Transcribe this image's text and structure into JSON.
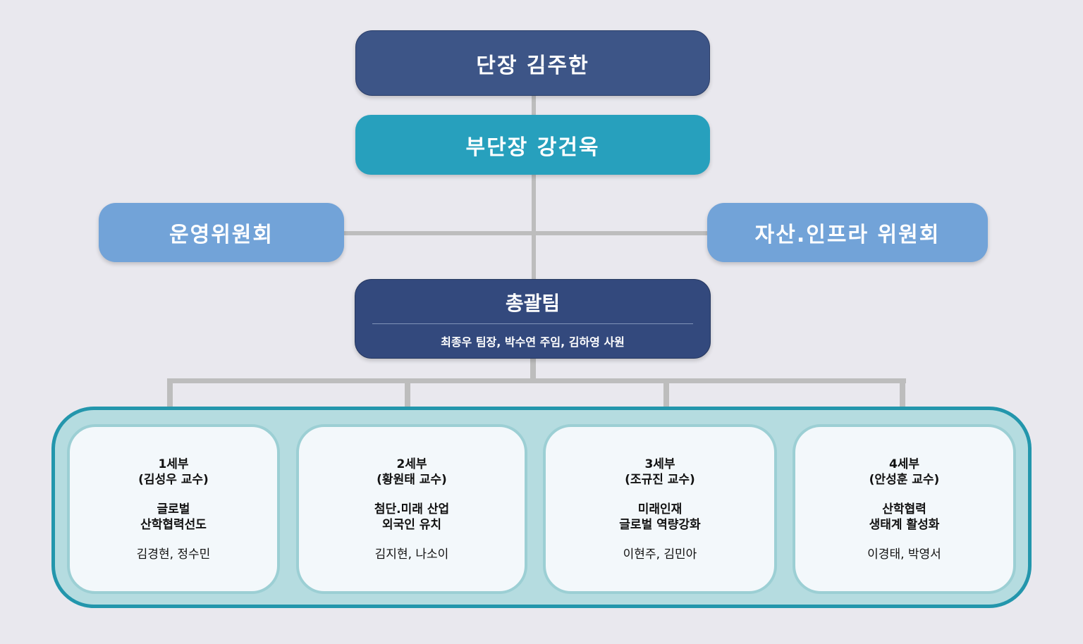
{
  "head": {
    "title": "단장 김주한"
  },
  "deputy": {
    "title": "부단장 강건욱"
  },
  "committees": [
    {
      "label": "운영위원회"
    },
    {
      "label": "자산.인프라 위원회"
    }
  ],
  "team": {
    "title": "총괄팀",
    "members": "최종우 팀장, 박수연 주임, 김하영 사원"
  },
  "divisions": [
    {
      "name": "1세부",
      "lead": "(김성우 교수)",
      "topic1": "글로벌",
      "topic2": "산학협력선도",
      "members": "김경현, 정수민"
    },
    {
      "name": "2세부",
      "lead": "(황원태 교수)",
      "topic1": "첨단.미래 산업",
      "topic2": "외국인 유치",
      "members": "김지현, 나소이"
    },
    {
      "name": "3세부",
      "lead": "(조규진 교수)",
      "topic1": "미래인재",
      "topic2": "글로벌 역량강화",
      "members": "이현주, 김민아"
    },
    {
      "name": "4세부",
      "lead": "(안성훈 교수)",
      "topic1": "산학협력",
      "topic2": "생태계 활성화",
      "members": "이경태, 박영서"
    }
  ]
}
